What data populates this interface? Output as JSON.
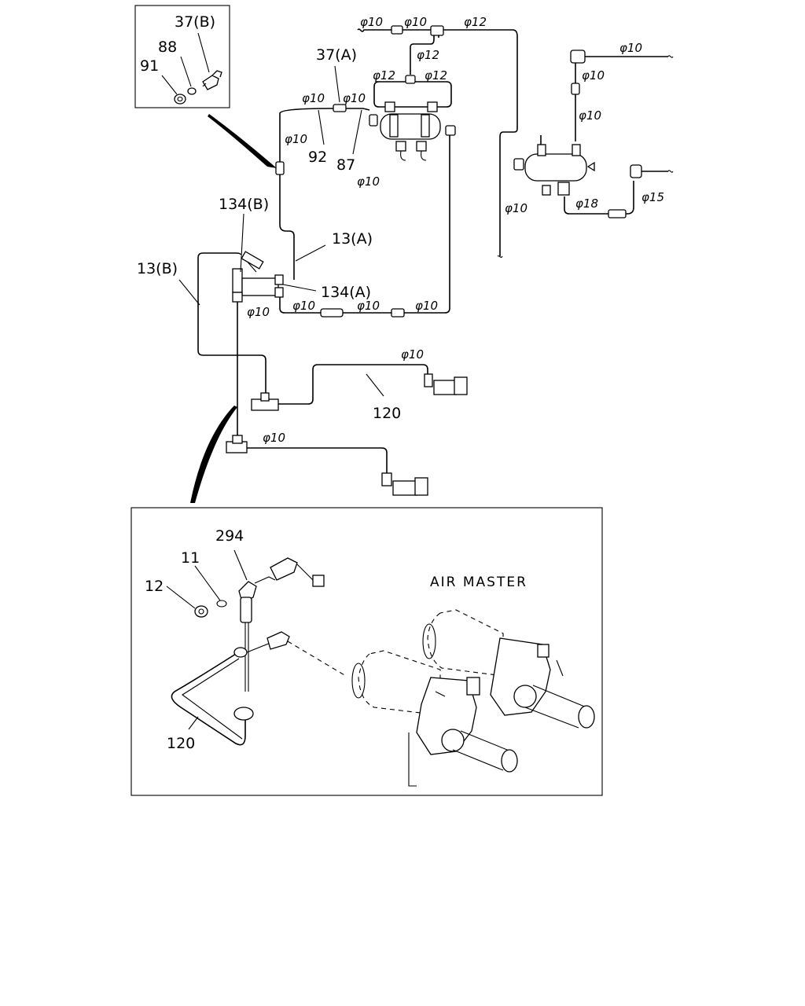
{
  "labels": {
    "l_37b": "37(B)",
    "l_88": "88",
    "l_91": "91",
    "l_37a": "37(A)",
    "l_92": "92",
    "l_87": "87",
    "l_134b": "134(B)",
    "l_13a": "13(A)",
    "l_13b": "13(B)",
    "l_134a": "134(A)",
    "l_120a": "120",
    "l_294": "294",
    "l_11": "11",
    "l_12": "12",
    "l_120b": "120"
  },
  "dims": {
    "d1": "φ10",
    "d2": "φ10",
    "d3": "φ12",
    "d4": "φ12",
    "d5": "φ12",
    "d6": "φ12",
    "d7": "φ10",
    "d8": "φ10",
    "d9": "φ10",
    "d10": "φ10",
    "d11": "φ10",
    "d12": "φ10",
    "d13": "φ10",
    "d14": "φ10",
    "d15": "φ10",
    "d16": "φ10",
    "d17": "φ10",
    "d18": "φ10",
    "d19": "φ18",
    "d20": "φ15",
    "d21": "φ10",
    "d22": "φ10"
  },
  "inset_title": "AIR MASTER"
}
